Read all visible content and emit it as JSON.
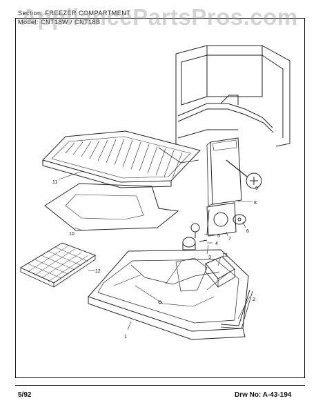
{
  "header": {
    "section_label": "Section:",
    "section_value": "FREEZER COMPARTMENT",
    "model_label": "Model:",
    "model_value": "CNT18W / CNT18B"
  },
  "watermark": "AppliancePartsPros.com",
  "footer": {
    "date": "5/92",
    "drawing_label": "Drw No:",
    "drawing_number": "A-43-194"
  },
  "callouts": [
    "1",
    "2",
    "3",
    "4",
    "5",
    "6",
    "7",
    "8",
    "9",
    "10",
    "11",
    "12",
    "13"
  ]
}
